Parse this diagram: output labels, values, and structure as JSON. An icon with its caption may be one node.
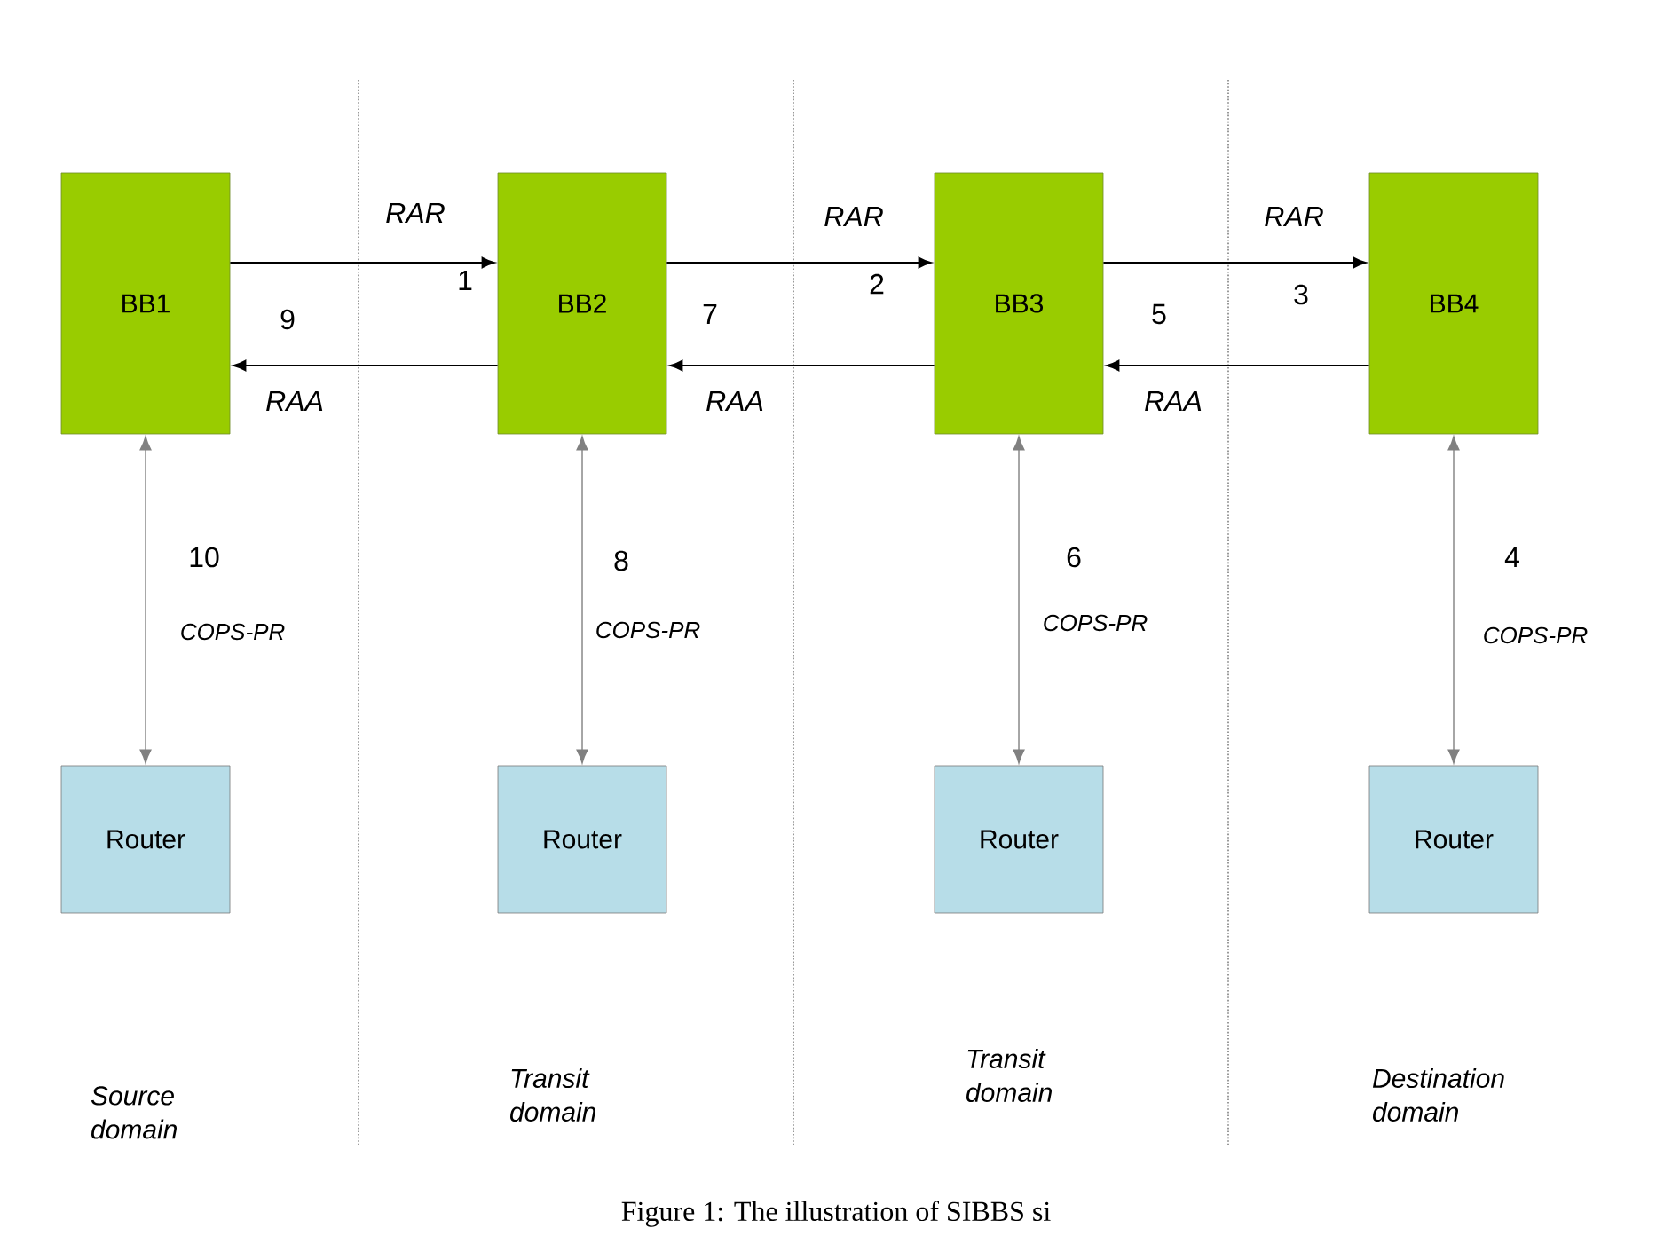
{
  "diagram": {
    "caption": "Figure 1: The illustration of SIBBS si",
    "nodes": [
      {
        "text": [
          "BB1"
        ]
      },
      {
        "text": [
          "BB2"
        ]
      },
      {
        "text": [
          "BB3"
        ]
      },
      {
        "text": [
          "BB4"
        ]
      },
      {
        "text": [
          "Router"
        ]
      },
      {
        "text": [
          "Router"
        ]
      },
      {
        "text": [
          "Router"
        ]
      },
      {
        "text": [
          "Router"
        ]
      }
    ],
    "edges": [
      {
        "from": 0,
        "to": 1,
        "arrow": "to",
        "label": "RAR"
      },
      {
        "from": 1,
        "to": 2,
        "arrow": "to",
        "label": "RAR"
      },
      {
        "from": 2,
        "to": 3,
        "arrow": "to",
        "label": "RAR"
      },
      {
        "from": 3,
        "to": 2,
        "arrow": "to",
        "label": "RAA"
      },
      {
        "from": 2,
        "to": 1,
        "arrow": "to",
        "label": "RAA"
      },
      {
        "from": 1,
        "to": 0,
        "arrow": "to",
        "label": "RAA"
      },
      {
        "from": 0,
        "to": 4,
        "arrow": "both",
        "label": "COPS-PR",
        "color": "#808080"
      },
      {
        "from": 1,
        "to": 5,
        "arrow": "both",
        "label": "COPS-PR",
        "color": "#808080"
      },
      {
        "from": 2,
        "to": 6,
        "arrow": "both",
        "label": "COPS-PR",
        "color": "#808080"
      },
      {
        "from": 3,
        "to": 7,
        "arrow": "both",
        "label": "COPS-PR",
        "color": "#808080"
      }
    ],
    "labels": [
      "1",
      "9",
      "7",
      "2",
      "5",
      "3",
      "10",
      "8",
      "6",
      "4",
      "Source domain",
      "Transit domain",
      "Transit domain",
      "Destination domain"
    ]
  }
}
